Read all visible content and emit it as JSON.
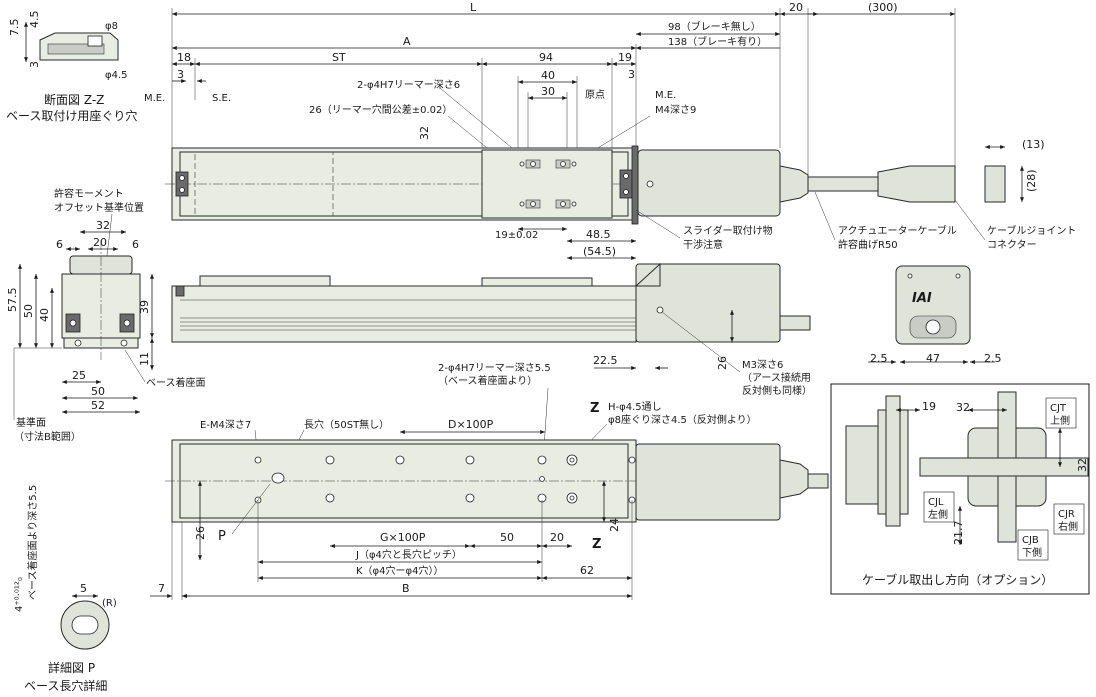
{
  "top_dims": {
    "L": "L",
    "A": "A",
    "ST": "ST",
    "d18": "18",
    "d3a": "3",
    "d94": "94",
    "d19": "19",
    "d3b": "3",
    "d40": "40",
    "d30": "30",
    "d20": "20",
    "d300": "(300)",
    "brake_none": "98（ブレーキ無し）",
    "brake_with": "138（ブレーキ有り）",
    "d32": "32",
    "d13": "(13)",
    "d28": "(28)",
    "d19tol": "19±0.02",
    "d48_5": "48.5",
    "d54_5": "(54.5)"
  },
  "top_notes": {
    "me_left": "M.E.",
    "se": "S.E.",
    "me_right": "M.E.",
    "origin": "原点",
    "reamer_hole": "2-φ4H7リーマー深さ6",
    "reamer_tol": "26（リーマー穴間公差±0.02）",
    "m4": "M4深さ9",
    "slider_note1": "スライダー取付け物",
    "slider_note2": "干渉注意",
    "cable_note1": "アクチュエーターケーブル",
    "cable_note2": "許容曲げR50",
    "joint_note1": "ケーブルジョイント",
    "joint_note2": "コネクター"
  },
  "section_zz": {
    "title1": "断面図 Z-Z",
    "title2": "ベース取付け用座ぐり穴",
    "d7_5": "7.5",
    "d4_5": "4.5",
    "d3": "3",
    "phi8": "φ8",
    "phi4_5": "φ4.5"
  },
  "end_view": {
    "moment1": "許容モーメント",
    "moment2": "オフセット基準位置",
    "d32": "32",
    "d6a": "6",
    "d20": "20",
    "d6b": "6",
    "d57_5": "57.5",
    "d50": "50",
    "d40": "40",
    "d39": "39",
    "d11": "11",
    "d25": "25",
    "d50b": "50",
    "d52": "52",
    "base_surface": "ベース着座面",
    "ref1": "基準面",
    "ref2": "（寸法B範囲）"
  },
  "side_view": {
    "d22_5": "22.5",
    "d26": "26",
    "m3_1": "M3深さ6",
    "m3_2": "（アース接続用",
    "m3_3": "反対側も同様）"
  },
  "motor_end": {
    "logo": "IAI",
    "d2_5a": "2.5",
    "d47": "47",
    "d2_5b": "2.5"
  },
  "bottom_view": {
    "reamer1": "2-φ4H7リーマー深さ5.5",
    "reamer2": "（ベース着座面より）",
    "em4": "E-M4深さ7",
    "slot_hole": "長穴（50ST無し）",
    "dx": "D×100P",
    "zlabel": "Z",
    "hthru1": "H-φ4.5通し",
    "hthru2": "φ8座ぐり深さ4.5（反対側より）",
    "p": "P",
    "d26": "26",
    "gx": "G×100P",
    "d50": "50",
    "d20": "20",
    "zlabel2": "Z",
    "d24": "24",
    "j": "J（φ4穴と長穴ピッチ）",
    "k": "K（φ4穴ーφ4穴））",
    "d62": "62",
    "d7": "7",
    "b": "B"
  },
  "detail_p": {
    "title1": "詳細図 P",
    "title2": "ベース長穴詳細",
    "depth": "ベース着座面より深さ5.5",
    "tol": "4⁺⁰·⁰¹²₀",
    "d5": "5",
    "r": "(R)"
  },
  "cable_box": {
    "title": "ケーブル取出し方向（オプション）",
    "d19": "19",
    "d32": "32",
    "d21_7": "21.7",
    "d32b": "32",
    "cjt1": "CJT",
    "cjt2": "上側",
    "cjl1": "CJL",
    "cjl2": "左側",
    "cjr1": "CJR",
    "cjr2": "右側",
    "cjb1": "CJB",
    "cjb2": "下側"
  },
  "colors": {
    "body": "#e8ece2",
    "motor": "#dfe3da",
    "line": "#1a1a1a"
  }
}
